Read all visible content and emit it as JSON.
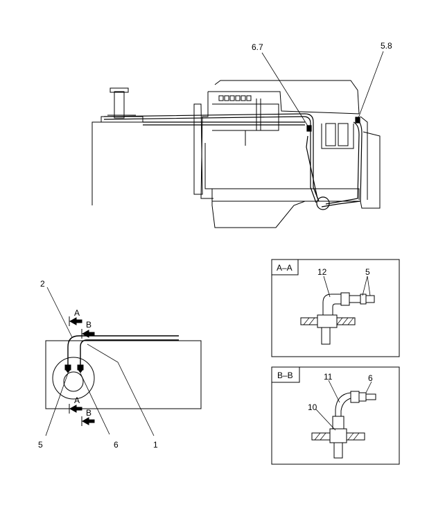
{
  "callouts": {
    "top_left_ref": "6.7",
    "top_right_ref": "5.8",
    "plan_2": "2",
    "plan_5": "5",
    "plan_6": "6",
    "plan_1": "1",
    "arrow_a_top": "A",
    "arrow_b_top": "B",
    "arrow_a_bottom": "A",
    "arrow_b_bottom": "B"
  },
  "section_aa": {
    "title": "A–A",
    "label_12": "12",
    "label_5": "5"
  },
  "section_bb": {
    "title": "B–B",
    "label_11": "11",
    "label_6": "6",
    "label_10": "10"
  }
}
